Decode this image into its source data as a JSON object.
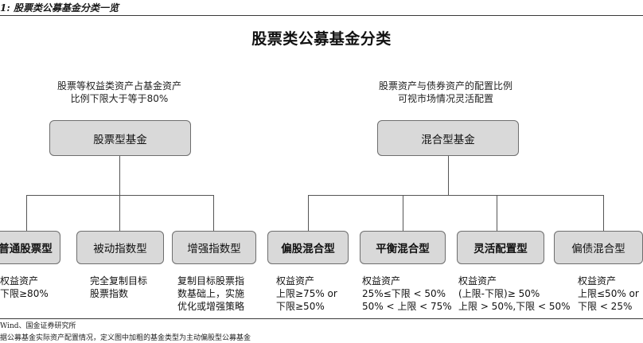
{
  "caption": "1: 股票类公募基金分类一览",
  "title": "股票类公募基金分类",
  "left_group": {
    "note": [
      "股票等权益类资产占基金资产",
      "比例下限大于等于80%"
    ],
    "parent": "股票型基金",
    "children": [
      {
        "label": "普通股票型",
        "bold": true,
        "desc": [
          "权益资产",
          "下限≥80%"
        ]
      },
      {
        "label": "被动指数型",
        "bold": false,
        "desc": [
          "完全复制目标",
          "股票指数"
        ]
      },
      {
        "label": "增强指数型",
        "bold": false,
        "desc": [
          "复制目标股票指",
          "数基础上，实施",
          "优化或增强策略"
        ]
      }
    ]
  },
  "right_group": {
    "note": [
      "股票资产与债券资产的配置比例",
      "可视市场情况灵活配置"
    ],
    "parent": "混合型基金",
    "children": [
      {
        "label": "偏股混合型",
        "bold": true,
        "desc": [
          "权益资产",
          "上限≥75% or",
          "下限≥50%"
        ]
      },
      {
        "label": "平衡混合型",
        "bold": true,
        "desc": [
          "权益资产",
          "25%≤下限 < 50%",
          "50% < 上限 < 75%"
        ]
      },
      {
        "label": "灵活配置型",
        "bold": true,
        "desc": [
          "权益资产",
          "(上限-下限)≥ 50%",
          "上限 > 50%,下限 < 50%"
        ]
      },
      {
        "label": "偏债混合型",
        "bold": false,
        "desc": [
          "权益资产",
          "上限≤50% or",
          "下限 < 25%"
        ]
      }
    ]
  },
  "source": "Wind、国金证券研究所",
  "footnote": "据公募基金实际资产配置情况，定义图中加粗的基金类型为主动偏股型公募基金"
}
